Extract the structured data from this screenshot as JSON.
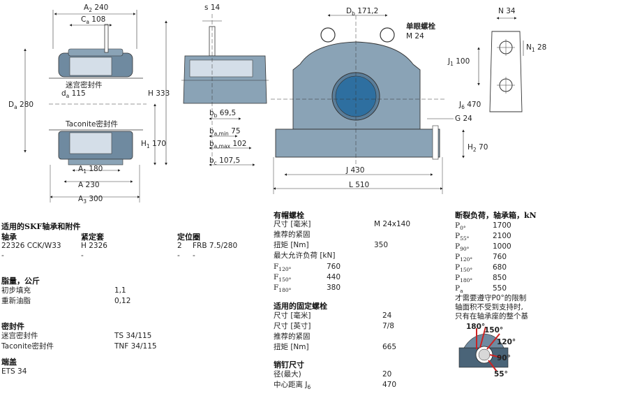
{
  "drawing": {
    "d1": {
      "a2": "240",
      "ca": "108",
      "da_left": "280",
      "da_inner": "115",
      "h": "333",
      "h1": "170",
      "a1": "180",
      "a": "230",
      "a3": "300",
      "seal_lab": "迷宫密封件",
      "taconite_lab": "Taconite密封件"
    },
    "d2": {
      "s": "14",
      "bb": "69,5",
      "ba_min": "75",
      "ba_max": "102",
      "bc": "107,5"
    },
    "d3": {
      "db": "171,2",
      "eyebolt_title": "单眼螺栓",
      "eyebolt_size": "M 24",
      "g": "24",
      "h2": "70",
      "j": "430",
      "l": "510"
    },
    "d4": {
      "n": "34",
      "n1": "28",
      "j1": "100",
      "j6": "470"
    }
  },
  "tables": {
    "suitable": {
      "title": "适用的SKF轴承和附件",
      "col_bearing": "轴承",
      "col_sleeve": "紧定套",
      "col_ring": "定位圈",
      "rows": [
        {
          "bearing": "22326 CCK/W33",
          "sleeve": "H 2326",
          "qty": "2",
          "ring": "FRB 7.5/280"
        },
        {
          "bearing": "-",
          "sleeve": "-",
          "qty": "-",
          "ring": "-"
        }
      ]
    },
    "grease": {
      "title": "脂量，公斤",
      "rows": [
        {
          "label": "初步填充",
          "value": "1,1"
        },
        {
          "label": "重新油脂",
          "value": "0,12"
        }
      ]
    },
    "seals": {
      "title": "密封件",
      "rows": [
        {
          "label": "迷宫密封件",
          "value": "TS 34/115"
        },
        {
          "label": "Taconite密封件",
          "value": "TNF 34/115"
        }
      ]
    },
    "endcover": {
      "title": "端盖",
      "value": "ETS 34"
    },
    "capbolts": {
      "title": "有帽螺栓",
      "rows": [
        {
          "label": "尺寸 [毫米]",
          "value": "M 24x140"
        },
        {
          "label": "推荐的紧固",
          "value": ""
        },
        {
          "label": "扭矩 [Nm]",
          "value": "350"
        },
        {
          "label": "最大允许负荷 [kN]",
          "value": ""
        }
      ],
      "loads": [
        {
          "sym": "F",
          "sub": "120°",
          "value": "760"
        },
        {
          "sym": "F",
          "sub": "150°",
          "value": "440"
        },
        {
          "sym": "F",
          "sub": "180°",
          "value": "380"
        }
      ]
    },
    "fixbolts": {
      "title": "适用的固定螺栓",
      "rows": [
        {
          "label": "尺寸 [毫米]",
          "value": "24"
        },
        {
          "label": "尺寸 [英寸]",
          "value": "7/8"
        },
        {
          "label": "推荐的紧固",
          "value": ""
        },
        {
          "label": "扭矩 [Nm]",
          "value": "665"
        }
      ]
    },
    "dowel": {
      "title": "销钉尺寸",
      "rows": [
        {
          "label": "径(最大)",
          "value": "20"
        },
        {
          "label": "中心距离 J",
          "sub": "6",
          "value": "470"
        }
      ]
    },
    "breaking": {
      "title": "断裂负荷，轴承箱，kN",
      "rows": [
        {
          "sym": "P",
          "sub": "0°",
          "value": "1700"
        },
        {
          "sym": "P",
          "sub": "55°",
          "value": "2100"
        },
        {
          "sym": "P",
          "sub": "90°",
          "value": "1000"
        },
        {
          "sym": "P",
          "sub": "120°",
          "value": "760"
        },
        {
          "sym": "P",
          "sub": "150°",
          "value": "680"
        },
        {
          "sym": "P",
          "sub": "180°",
          "value": "850"
        },
        {
          "sym": "P",
          "sub": "a",
          "value": "550"
        }
      ],
      "note1": "才需要遵守P0°的限制",
      "note2": "轴面积不受到支持时,",
      "note3": "只有在轴承座的整个基",
      "angles": [
        "180°",
        "150°",
        "120°",
        "90°",
        "55°"
      ]
    }
  },
  "colors": {
    "housing": "#6f8aa0",
    "housing_light": "#b8c8d6",
    "load_arrow": "#cc2222"
  }
}
